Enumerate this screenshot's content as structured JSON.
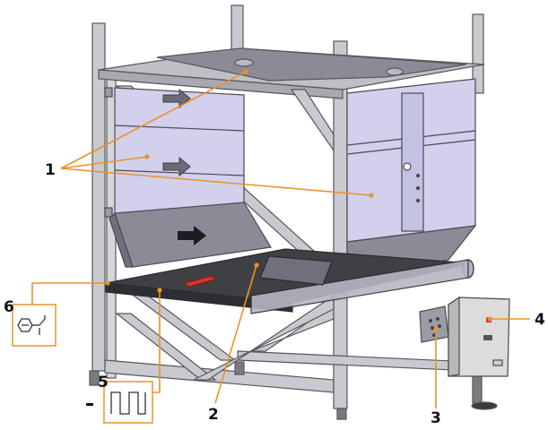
{
  "callouts": {
    "c1": "1",
    "c2": "2",
    "c3": "3",
    "c4": "4",
    "c5": "5",
    "c6": "6"
  },
  "colors": {
    "leader": "#e8932b",
    "frame": "#c9cacf",
    "frame_edge": "#55575c",
    "panel": "#d2d0ec",
    "panel_edge": "#4a4a55",
    "belt": "#3f4044",
    "hood": "#8a8b96",
    "cabinet": "#dcdcdc",
    "symbol_box": "#e8932b"
  },
  "icons": {
    "sensor_symbol": "photoelectric-sensor-icon",
    "pulse_symbol": "square-wave-icon",
    "flow_arrow": "arrow-right-icon"
  }
}
